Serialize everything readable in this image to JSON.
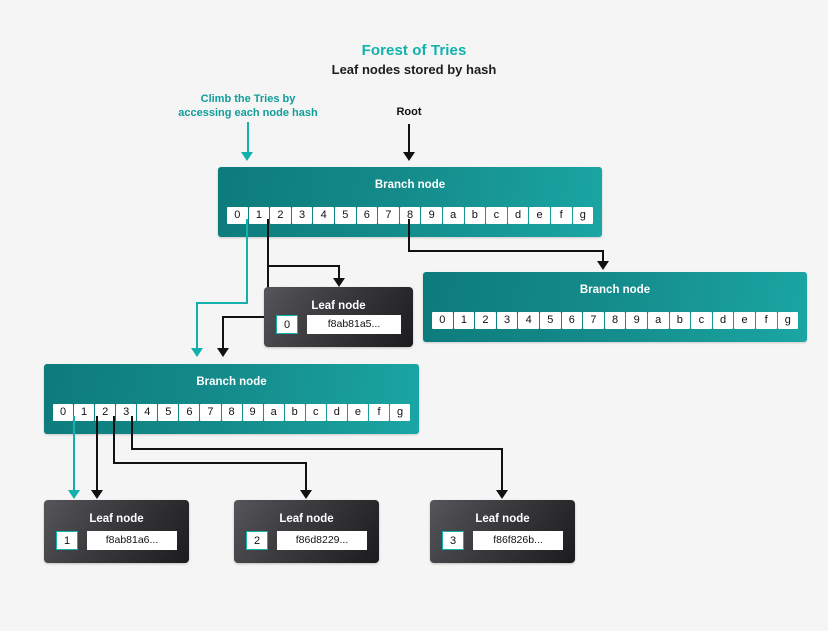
{
  "header": {
    "title": "Forest of Tries",
    "subtitle": "Leaf nodes stored by hash",
    "accent_color": "#10b2ad"
  },
  "annotations": {
    "climb": "Climb the Tries by\naccessing each node hash",
    "root": "Root"
  },
  "nodes": {
    "root_branch": {
      "label": "Branch node",
      "cells": [
        "0",
        "1",
        "2",
        "3",
        "4",
        "5",
        "6",
        "7",
        "8",
        "9",
        "a",
        "b",
        "c",
        "d",
        "e",
        "f",
        "g"
      ]
    },
    "right_branch": {
      "label": "Branch node",
      "cells": [
        "0",
        "1",
        "2",
        "3",
        "4",
        "5",
        "6",
        "7",
        "8",
        "9",
        "a",
        "b",
        "c",
        "d",
        "e",
        "f",
        "g"
      ]
    },
    "lower_branch": {
      "label": "Branch node",
      "cells": [
        "0",
        "1",
        "2",
        "3",
        "4",
        "5",
        "6",
        "7",
        "8",
        "9",
        "a",
        "b",
        "c",
        "d",
        "e",
        "f",
        "g"
      ]
    },
    "leaf_mid": {
      "label": "Leaf node",
      "key": "0",
      "hash": "f8ab81a5..."
    },
    "leaf_one": {
      "label": "Leaf node",
      "key": "1",
      "hash": "f8ab81a6..."
    },
    "leaf_two": {
      "label": "Leaf node",
      "key": "2",
      "hash": "f86d8229..."
    },
    "leaf_three": {
      "label": "Leaf node",
      "key": "3",
      "hash": "f86f826b..."
    }
  },
  "colors": {
    "background": "#f5f5f5",
    "branch_dark": "#0d7b7b",
    "branch_light": "#1aa6a3",
    "leaf_dark": "#1c1c1e",
    "teal_line": "#14b0ab",
    "black_line": "#111111"
  }
}
